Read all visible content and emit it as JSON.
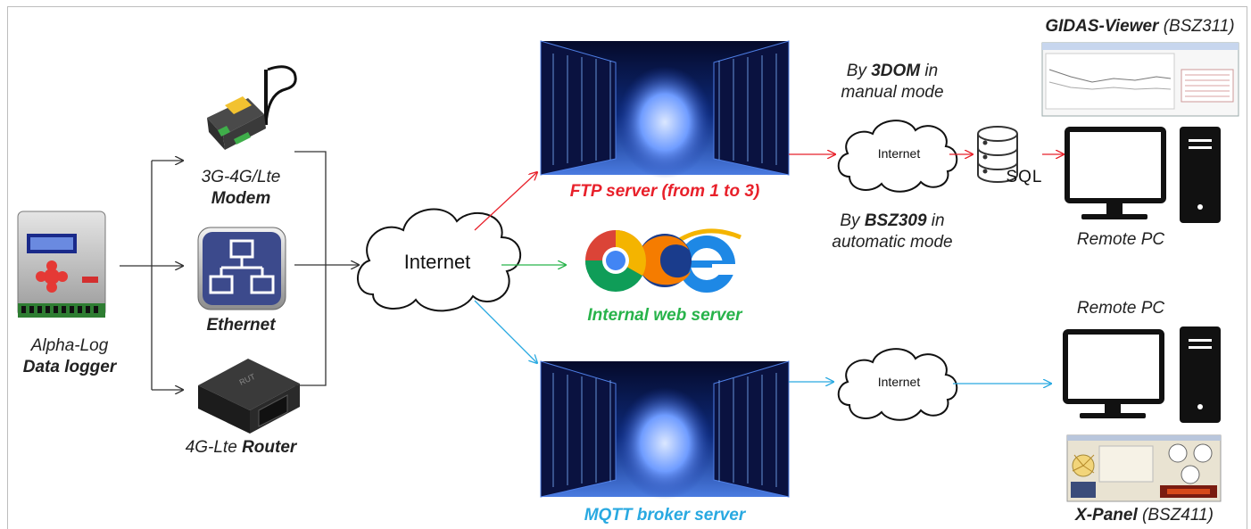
{
  "logger": {
    "line1": "Alpha-Log",
    "line2": "Data logger"
  },
  "modem": {
    "line1": "3G-4G/Lte",
    "line2": "Modem"
  },
  "ethernet": {
    "label": "Ethernet"
  },
  "router": {
    "prefix": "4G-Lte ",
    "bold": "Router"
  },
  "internet_main": "Internet",
  "internet_top": "Internet",
  "internet_bottom": "Internet",
  "ftp": {
    "label": "FTP server (from 1 to 3)"
  },
  "web": {
    "label": "Internal web server"
  },
  "mqtt": {
    "label": "MQTT broker server"
  },
  "manual": {
    "pre": "By ",
    "bold": "3DOM",
    "post": " in",
    "line2": "manual mode"
  },
  "auto": {
    "pre": "By ",
    "bold": "BSZ309",
    "post": " in",
    "line2": "automatic mode"
  },
  "sql_text": "SQL",
  "gidas": {
    "bold": "GIDAS-Viewer",
    "normal": " (BSZ311)"
  },
  "remote_pc_top": "Remote PC",
  "remote_pc_bottom": "Remote PC",
  "xpanel": {
    "bold": "X-Panel",
    "normal": " (BSZ411)"
  },
  "colors": {
    "ftp": "#e8202a",
    "web": "#27b34a",
    "mqtt": "#29a9e1",
    "neutral": "#333333"
  }
}
